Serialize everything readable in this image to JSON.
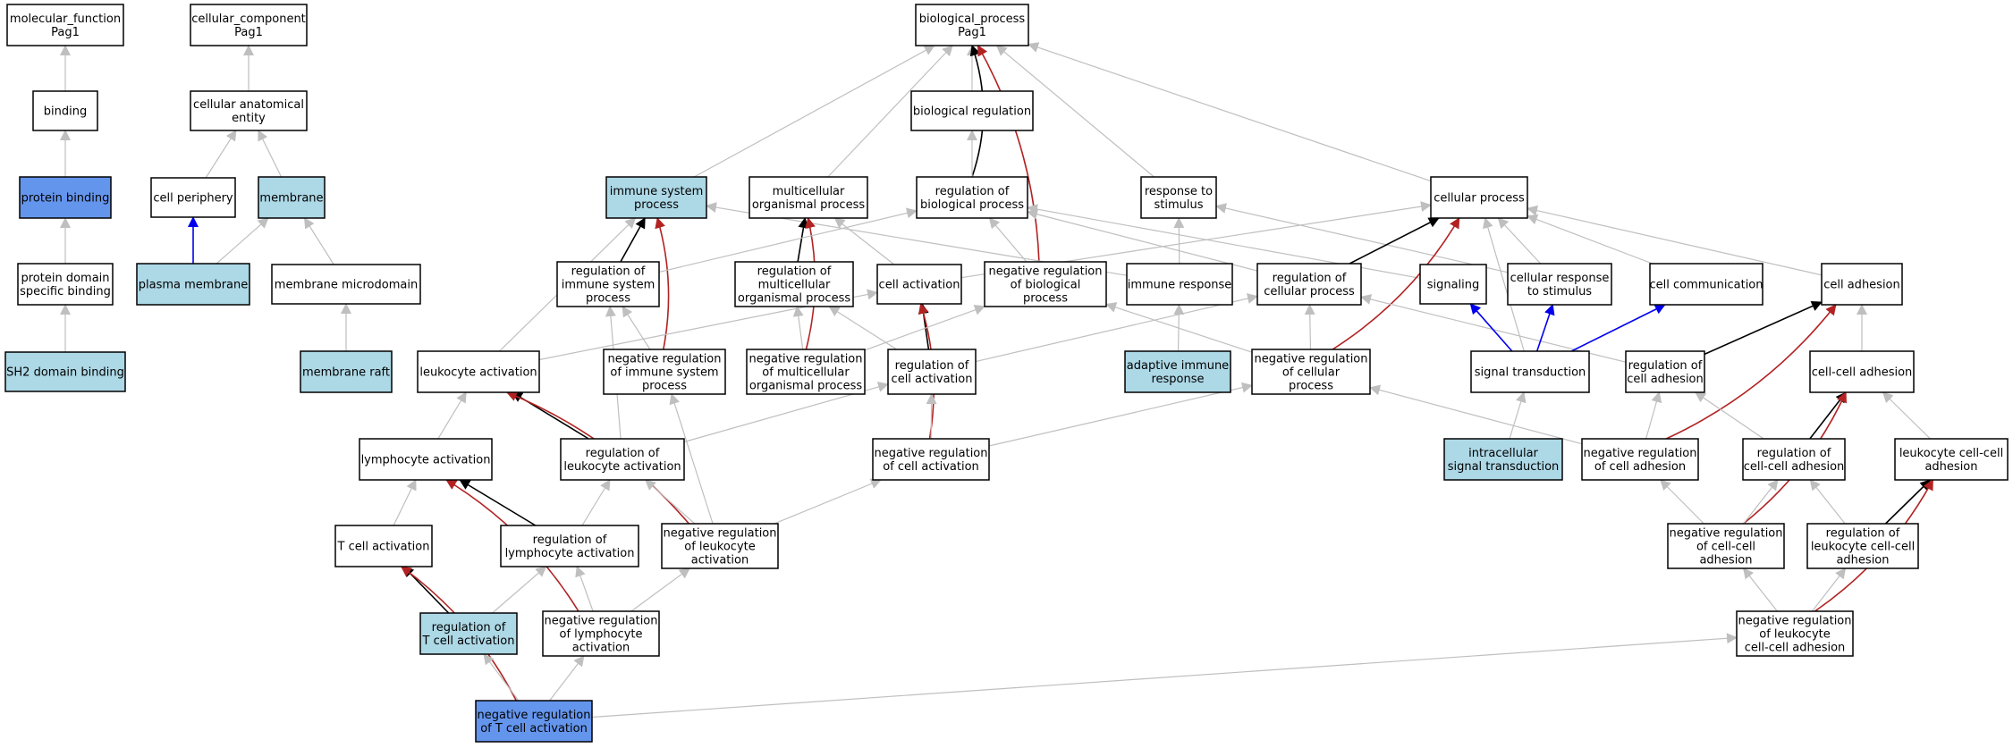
{
  "colors": {
    "node_default": "#ffffff",
    "node_light": "#add8e6",
    "node_highlight": "#6495ed",
    "edge_gray": "#bfbfbf",
    "edge_black": "#000000",
    "edge_red": "#b22222",
    "edge_blue": "#0000ee"
  },
  "nodes": [
    {
      "id": "mf",
      "label": [
        "molecular_function",
        "Pag1"
      ],
      "fill": "white"
    },
    {
      "id": "binding",
      "label": [
        "binding"
      ],
      "fill": "white"
    },
    {
      "id": "protein_binding",
      "label": [
        "protein binding"
      ],
      "fill": "highlight"
    },
    {
      "id": "pdsb",
      "label": [
        "protein domain",
        "specific binding"
      ],
      "fill": "white"
    },
    {
      "id": "sh2",
      "label": [
        "SH2 domain binding"
      ],
      "fill": "light"
    },
    {
      "id": "cc",
      "label": [
        "cellular_component",
        "Pag1"
      ],
      "fill": "white"
    },
    {
      "id": "cae",
      "label": [
        "cellular anatomical",
        "entity"
      ],
      "fill": "white"
    },
    {
      "id": "cell_periphery",
      "label": [
        "cell periphery"
      ],
      "fill": "white"
    },
    {
      "id": "membrane",
      "label": [
        "membrane"
      ],
      "fill": "light"
    },
    {
      "id": "plasma_membrane",
      "label": [
        "plasma membrane"
      ],
      "fill": "light"
    },
    {
      "id": "membrane_microdomain",
      "label": [
        "membrane microdomain"
      ],
      "fill": "white"
    },
    {
      "id": "membrane_raft",
      "label": [
        "membrane raft"
      ],
      "fill": "light"
    },
    {
      "id": "bp",
      "label": [
        "biological_process",
        "Pag1"
      ],
      "fill": "white"
    },
    {
      "id": "bio_reg",
      "label": [
        "biological regulation"
      ],
      "fill": "white"
    },
    {
      "id": "isp",
      "label": [
        "immune system",
        "process"
      ],
      "fill": "light"
    },
    {
      "id": "mop",
      "label": [
        "multicellular",
        "organismal process"
      ],
      "fill": "white"
    },
    {
      "id": "rbp",
      "label": [
        "regulation of",
        "biological process"
      ],
      "fill": "white"
    },
    {
      "id": "rts",
      "label": [
        "response to",
        "stimulus"
      ],
      "fill": "white"
    },
    {
      "id": "cellular_process",
      "label": [
        "cellular process"
      ],
      "fill": "white"
    },
    {
      "id": "risp",
      "label": [
        "regulation of",
        "immune system",
        "process"
      ],
      "fill": "white"
    },
    {
      "id": "rmop",
      "label": [
        "regulation of",
        "multicellular",
        "organismal process"
      ],
      "fill": "white"
    },
    {
      "id": "cell_activation",
      "label": [
        "cell activation"
      ],
      "fill": "white"
    },
    {
      "id": "nrbp",
      "label": [
        "negative regulation",
        "of biological",
        "process"
      ],
      "fill": "white"
    },
    {
      "id": "immune_response",
      "label": [
        "immune response"
      ],
      "fill": "white"
    },
    {
      "id": "rcp",
      "label": [
        "regulation of",
        "cellular process"
      ],
      "fill": "white"
    },
    {
      "id": "signaling",
      "label": [
        "signaling"
      ],
      "fill": "white"
    },
    {
      "id": "crs",
      "label": [
        "cellular response",
        "to stimulus"
      ],
      "fill": "white"
    },
    {
      "id": "cell_comm",
      "label": [
        "cell communication"
      ],
      "fill": "white"
    },
    {
      "id": "cell_adhesion",
      "label": [
        "cell adhesion"
      ],
      "fill": "white"
    },
    {
      "id": "leukocyte_activation",
      "label": [
        "leukocyte activation"
      ],
      "fill": "white"
    },
    {
      "id": "nrisp",
      "label": [
        "negative regulation",
        "of immune system",
        "process"
      ],
      "fill": "white"
    },
    {
      "id": "nrmop",
      "label": [
        "negative regulation",
        "of multicellular",
        "organismal process"
      ],
      "fill": "white"
    },
    {
      "id": "rca",
      "label": [
        "regulation of",
        "cell activation"
      ],
      "fill": "white"
    },
    {
      "id": "air",
      "label": [
        "adaptive immune",
        "response"
      ],
      "fill": "light"
    },
    {
      "id": "nrcp",
      "label": [
        "negative regulation",
        "of cellular",
        "process"
      ],
      "fill": "white"
    },
    {
      "id": "signal_transduction",
      "label": [
        "signal transduction"
      ],
      "fill": "white"
    },
    {
      "id": "rcadh",
      "label": [
        "regulation of",
        "cell adhesion"
      ],
      "fill": "white"
    },
    {
      "id": "cca",
      "label": [
        "cell-cell adhesion"
      ],
      "fill": "white"
    },
    {
      "id": "lymphocyte_activation",
      "label": [
        "lymphocyte activation"
      ],
      "fill": "white"
    },
    {
      "id": "rla",
      "label": [
        "regulation of",
        "leukocyte activation"
      ],
      "fill": "white"
    },
    {
      "id": "nrca",
      "label": [
        "negative regulation",
        "of cell activation"
      ],
      "fill": "white"
    },
    {
      "id": "ist",
      "label": [
        "intracellular",
        "signal transduction"
      ],
      "fill": "light"
    },
    {
      "id": "nrcadh",
      "label": [
        "negative regulation",
        "of cell adhesion"
      ],
      "fill": "white"
    },
    {
      "id": "rcca",
      "label": [
        "regulation of",
        "cell-cell adhesion"
      ],
      "fill": "white"
    },
    {
      "id": "lcca",
      "label": [
        "leukocyte cell-cell",
        "adhesion"
      ],
      "fill": "white"
    },
    {
      "id": "tca",
      "label": [
        "T cell activation"
      ],
      "fill": "white"
    },
    {
      "id": "rlyma",
      "label": [
        "regulation of",
        "lymphocyte activation"
      ],
      "fill": "white"
    },
    {
      "id": "nrla",
      "label": [
        "negative regulation",
        "of leukocyte",
        "activation"
      ],
      "fill": "white"
    },
    {
      "id": "nrcca",
      "label": [
        "negative regulation",
        "of cell-cell",
        "adhesion"
      ],
      "fill": "white"
    },
    {
      "id": "rlcca",
      "label": [
        "regulation of",
        "leukocyte cell-cell",
        "adhesion"
      ],
      "fill": "white"
    },
    {
      "id": "rtca",
      "label": [
        "regulation of",
        "T cell activation"
      ],
      "fill": "light"
    },
    {
      "id": "nrlyma",
      "label": [
        "negative regulation",
        "of lymphocyte",
        "activation"
      ],
      "fill": "white"
    },
    {
      "id": "nrlcca",
      "label": [
        "negative regulation",
        "of leukocyte",
        "cell-cell adhesion"
      ],
      "fill": "white"
    },
    {
      "id": "nrtca",
      "label": [
        "negative regulation",
        "of T cell activation"
      ],
      "fill": "highlight"
    }
  ],
  "edges": [
    {
      "from": "binding",
      "to": "mf",
      "color": "gray"
    },
    {
      "from": "protein_binding",
      "to": "binding",
      "color": "gray"
    },
    {
      "from": "pdsb",
      "to": "protein_binding",
      "color": "gray"
    },
    {
      "from": "sh2",
      "to": "pdsb",
      "color": "gray"
    },
    {
      "from": "cae",
      "to": "cc",
      "color": "gray"
    },
    {
      "from": "cell_periphery",
      "to": "cae",
      "color": "gray"
    },
    {
      "from": "membrane",
      "to": "cae",
      "color": "gray"
    },
    {
      "from": "plasma_membrane",
      "to": "cell_periphery",
      "color": "blue"
    },
    {
      "from": "plasma_membrane",
      "to": "membrane",
      "color": "gray"
    },
    {
      "from": "membrane_microdomain",
      "to": "membrane",
      "color": "gray"
    },
    {
      "from": "membrane_raft",
      "to": "membrane_microdomain",
      "color": "gray"
    },
    {
      "from": "bio_reg",
      "to": "bp",
      "color": "gray"
    },
    {
      "from": "isp",
      "to": "bp",
      "color": "gray"
    },
    {
      "from": "mop",
      "to": "bp",
      "color": "gray"
    },
    {
      "from": "rbp",
      "to": "bp",
      "color": "black"
    },
    {
      "from": "rts",
      "to": "bp",
      "color": "gray"
    },
    {
      "from": "cellular_process",
      "to": "bp",
      "color": "gray"
    },
    {
      "from": "nrbp",
      "to": "bp",
      "color": "red"
    },
    {
      "from": "rbp",
      "to": "bio_reg",
      "color": "gray"
    },
    {
      "from": "risp",
      "to": "isp",
      "color": "black"
    },
    {
      "from": "nrisp",
      "to": "isp",
      "color": "red"
    },
    {
      "from": "leukocyte_activation",
      "to": "isp",
      "color": "gray"
    },
    {
      "from": "immune_response",
      "to": "isp",
      "color": "gray"
    },
    {
      "from": "rmop",
      "to": "mop",
      "color": "black"
    },
    {
      "from": "nrmop",
      "to": "mop",
      "color": "red"
    },
    {
      "from": "cell_activation",
      "to": "mop",
      "color": "gray"
    },
    {
      "from": "risp",
      "to": "rbp",
      "color": "gray"
    },
    {
      "from": "nrbp",
      "to": "rbp",
      "color": "gray"
    },
    {
      "from": "rcp",
      "to": "rbp",
      "color": "gray"
    },
    {
      "from": "signaling",
      "to": "rbp",
      "color": "gray"
    },
    {
      "from": "immune_response",
      "to": "rts",
      "color": "gray"
    },
    {
      "from": "crs",
      "to": "rts",
      "color": "gray"
    },
    {
      "from": "cell_activation",
      "to": "cellular_process",
      "color": "gray"
    },
    {
      "from": "rcp",
      "to": "cellular_process",
      "color": "black"
    },
    {
      "from": "nrcp",
      "to": "cellular_process",
      "color": "red"
    },
    {
      "from": "crs",
      "to": "cellular_process",
      "color": "gray"
    },
    {
      "from": "cell_comm",
      "to": "cellular_process",
      "color": "gray"
    },
    {
      "from": "cell_adhesion",
      "to": "cellular_process",
      "color": "gray"
    },
    {
      "from": "signal_transduction",
      "to": "cellular_process",
      "color": "gray"
    },
    {
      "from": "nrisp",
      "to": "risp",
      "color": "gray"
    },
    {
      "from": "rla",
      "to": "risp",
      "color": "gray"
    },
    {
      "from": "nrmop",
      "to": "rmop",
      "color": "gray"
    },
    {
      "from": "rca",
      "to": "rmop",
      "color": "gray"
    },
    {
      "from": "leukocyte_activation",
      "to": "cell_activation",
      "color": "gray"
    },
    {
      "from": "rca",
      "to": "cell_activation",
      "color": "black"
    },
    {
      "from": "nrca",
      "to": "cell_activation",
      "color": "red"
    },
    {
      "from": "nrmop",
      "to": "nrbp",
      "color": "gray"
    },
    {
      "from": "nrcp",
      "to": "nrbp",
      "color": "gray"
    },
    {
      "from": "air",
      "to": "immune_response",
      "color": "gray"
    },
    {
      "from": "nrcp",
      "to": "rcp",
      "color": "gray"
    },
    {
      "from": "rca",
      "to": "rcp",
      "color": "gray"
    },
    {
      "from": "rcadh",
      "to": "rcp",
      "color": "gray"
    },
    {
      "from": "signal_transduction",
      "to": "signaling",
      "color": "blue"
    },
    {
      "from": "signal_transduction",
      "to": "crs",
      "color": "blue"
    },
    {
      "from": "signal_transduction",
      "to": "cell_comm",
      "color": "blue"
    },
    {
      "from": "rcadh",
      "to": "cell_adhesion",
      "color": "black"
    },
    {
      "from": "nrcadh",
      "to": "cell_adhesion",
      "color": "red"
    },
    {
      "from": "cca",
      "to": "cell_adhesion",
      "color": "gray"
    },
    {
      "from": "lymphocyte_activation",
      "to": "leukocyte_activation",
      "color": "gray"
    },
    {
      "from": "rla",
      "to": "leukocyte_activation",
      "color": "black"
    },
    {
      "from": "nrla",
      "to": "leukocyte_activation",
      "color": "red"
    },
    {
      "from": "nrla",
      "to": "nrisp",
      "color": "gray"
    },
    {
      "from": "nrca",
      "to": "rca",
      "color": "gray"
    },
    {
      "from": "rla",
      "to": "rca",
      "color": "gray"
    },
    {
      "from": "nrca",
      "to": "nrcp",
      "color": "gray"
    },
    {
      "from": "nrcadh",
      "to": "nrcp",
      "color": "gray"
    },
    {
      "from": "ist",
      "to": "signal_transduction",
      "color": "gray"
    },
    {
      "from": "nrcadh",
      "to": "rcadh",
      "color": "gray"
    },
    {
      "from": "rcca",
      "to": "rcadh",
      "color": "gray"
    },
    {
      "from": "rcca",
      "to": "cca",
      "color": "black"
    },
    {
      "from": "nrcca",
      "to": "cca",
      "color": "red"
    },
    {
      "from": "lcca",
      "to": "cca",
      "color": "gray"
    },
    {
      "from": "tca",
      "to": "lymphocyte_activation",
      "color": "gray"
    },
    {
      "from": "rlyma",
      "to": "lymphocyte_activation",
      "color": "black"
    },
    {
      "from": "nrlyma",
      "to": "lymphocyte_activation",
      "color": "red"
    },
    {
      "from": "rlyma",
      "to": "rla",
      "color": "gray"
    },
    {
      "from": "nrla",
      "to": "rla",
      "color": "gray"
    },
    {
      "from": "nrla",
      "to": "nrca",
      "color": "gray"
    },
    {
      "from": "nrcca",
      "to": "nrcadh",
      "color": "gray"
    },
    {
      "from": "nrcca",
      "to": "rcca",
      "color": "gray"
    },
    {
      "from": "rlcca",
      "to": "rcca",
      "color": "gray"
    },
    {
      "from": "rlcca",
      "to": "lcca",
      "color": "black"
    },
    {
      "from": "nrlcca",
      "to": "lcca",
      "color": "red"
    },
    {
      "from": "rtca",
      "to": "tca",
      "color": "black"
    },
    {
      "from": "nrtca",
      "to": "tca",
      "color": "red"
    },
    {
      "from": "rtca",
      "to": "rlyma",
      "color": "gray"
    },
    {
      "from": "nrlyma",
      "to": "rlyma",
      "color": "gray"
    },
    {
      "from": "nrlyma",
      "to": "nrla",
      "color": "gray"
    },
    {
      "from": "nrlcca",
      "to": "nrcca",
      "color": "gray"
    },
    {
      "from": "nrlcca",
      "to": "rlcca",
      "color": "gray"
    },
    {
      "from": "nrtca",
      "to": "rtca",
      "color": "gray"
    },
    {
      "from": "nrtca",
      "to": "nrlyma",
      "color": "gray"
    },
    {
      "from": "nrtca",
      "to": "nrlcca",
      "color": "gray"
    }
  ]
}
